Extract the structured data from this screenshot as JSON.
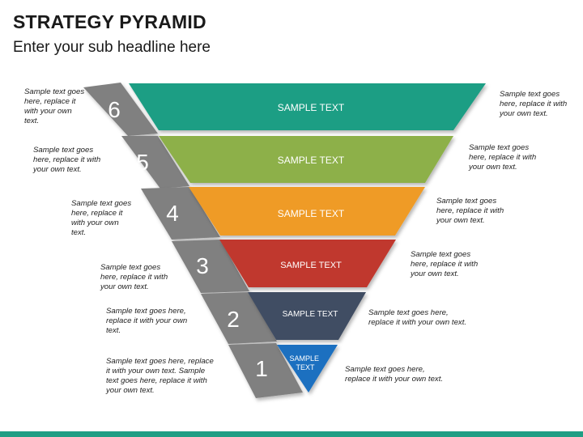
{
  "header": {
    "title": "STRATEGY PYRAMID",
    "subtitle": "Enter your sub headline here"
  },
  "levels": [
    {
      "number": "6",
      "label": "SAMPLE TEXT",
      "color": "#1f9e84",
      "left_note": "Sample text goes here, replace it with your own text.",
      "right_note": "Sample text goes here, replace it with your own text."
    },
    {
      "number": "5",
      "label": "SAMPLE TEXT",
      "color": "#8db049",
      "left_note": "Sample text goes here, replace it with your own text.",
      "right_note": "Sample text goes here, replace it with your own text."
    },
    {
      "number": "4",
      "label": "SAMPLE TEXT",
      "color": "#ef9b26",
      "left_note": "Sample text goes here, replace it with your own text.",
      "right_note": "Sample text goes here, replace it with your own text."
    },
    {
      "number": "3",
      "label": "SAMPLE TEXT",
      "color": "#c0392f",
      "left_note": "Sample text goes here, replace it with your own text.",
      "right_note": "Sample text goes here, replace it with your own text."
    },
    {
      "number": "2",
      "label": "SAMPLE TEXT",
      "color": "#3f4d63",
      "left_note": "Sample text goes here, replace it with your own text.",
      "right_note": "Sample text goes here, replace it with your own text."
    },
    {
      "number": "1",
      "label": "SAMPLE TEXT",
      "color": "#1a6fc0",
      "left_note": "Sample text goes here, replace it with your own text. Sample text goes here, replace it with your own text.",
      "right_note": "Sample text goes here, replace it with your own text."
    }
  ],
  "colors": {
    "numbers_strip": "#808080",
    "number_text": "#ffffff",
    "label_text": "#ffffff"
  }
}
